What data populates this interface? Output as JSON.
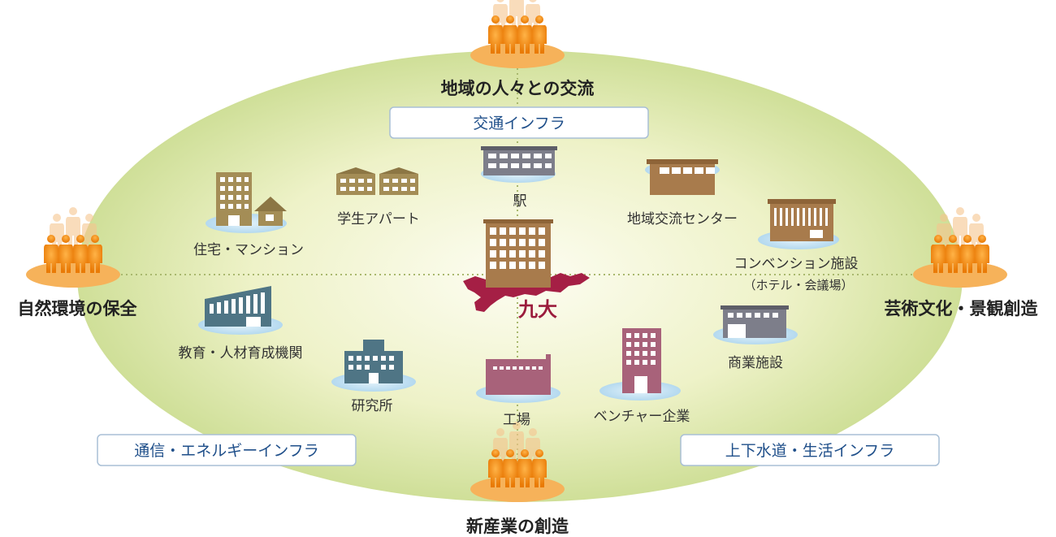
{
  "axes": {
    "top": "地域の人々との交流",
    "bottom": "新産業の創造",
    "left": "自然環境の保全",
    "right": "芸術文化・景観創造"
  },
  "center": {
    "label": "九大"
  },
  "infrastructure": {
    "transport": "交通インフラ",
    "telecom": "通信・エネルギーインフラ",
    "water": "上下水道・生活インフラ"
  },
  "facilities": {
    "station": "駅",
    "student_apartment": "学生アパート",
    "housing": "住宅・マンション",
    "community_center": "地域交流センター",
    "convention": "コンベンション施設",
    "convention_sub": "（ホテル・会議場）",
    "education": "教育・人材育成機関",
    "research": "研究所",
    "factory": "工場",
    "venture": "ベンチャー企業",
    "commercial": "商業施設"
  },
  "colors": {
    "ellipse_center": "#fbfbe6",
    "ellipse_edge": "#d6e3a3",
    "people": "#f08a12",
    "people_disc": "#f6b25a",
    "shadow_disc": "#c9e3f5",
    "brown_building": "#a87b4c",
    "olive_building": "#a48d56",
    "gray_building": "#7d7e8a",
    "teal_building": "#4f7585",
    "wine_building": "#a8627a",
    "campus": "#a51f45",
    "infra_text": "#1f4f8a"
  }
}
